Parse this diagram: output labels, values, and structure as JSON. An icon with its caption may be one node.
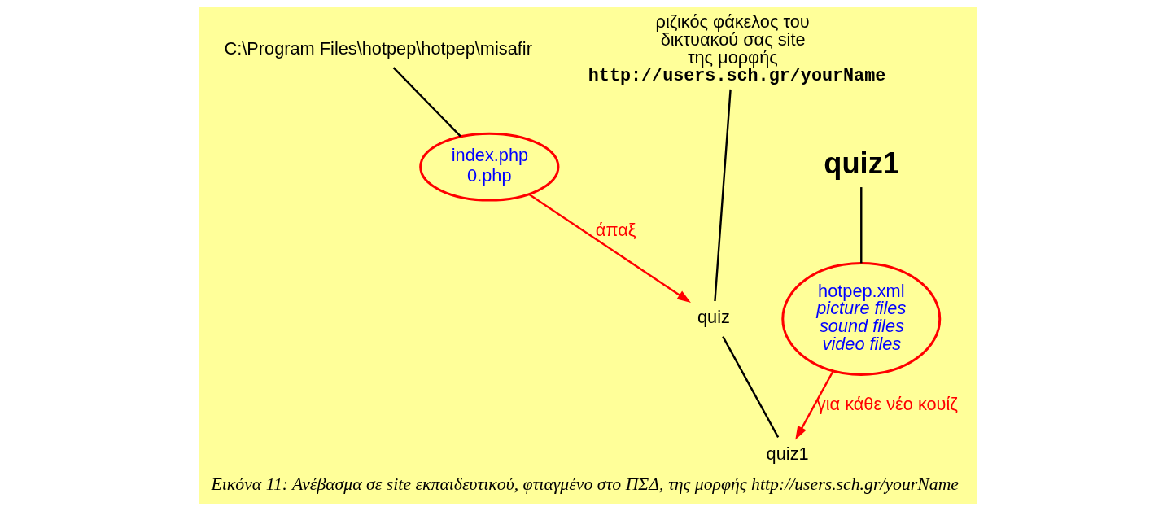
{
  "diagram": {
    "caption": "Εικόνα 11: Ανέβασμα σε site εκπαιδευτικού, φτιαγμένο στο ΠΣΔ, της μορφής http://users.sch.gr/yourName",
    "nodes": [
      {
        "text": [
          "C:\\Program Files\\hotpep\\hotpep\\misafir"
        ]
      },
      {
        "text": [
          "index.php",
          "0.php"
        ]
      },
      {
        "text": [
          "ριζικός φάκελος του δικτυακού σας site της μορφής",
          "http://users.sch.gr/yourName"
        ]
      },
      {
        "text": [
          "quiz"
        ]
      },
      {
        "text": [
          "quiz1"
        ]
      },
      {
        "text": [
          "quiz1"
        ]
      },
      {
        "text": [
          "hotpep.xml",
          "picture files",
          "sound files",
          "video files"
        ]
      }
    ],
    "edges": [
      {
        "from": 0,
        "to": 1,
        "arrow": "none"
      },
      {
        "from": 2,
        "to": 3,
        "arrow": "none"
      },
      {
        "from": 3,
        "to": 4,
        "arrow": "none"
      },
      {
        "from": 5,
        "to": 6,
        "arrow": "none"
      },
      {
        "from": 1,
        "to": 3,
        "arrow": "to",
        "label": "άπαξ",
        "color": "#ff0000"
      },
      {
        "from": 6,
        "to": 4,
        "arrow": "to",
        "label": "για κάθε νέο κουίζ",
        "color": "#ff0000"
      }
    ]
  }
}
